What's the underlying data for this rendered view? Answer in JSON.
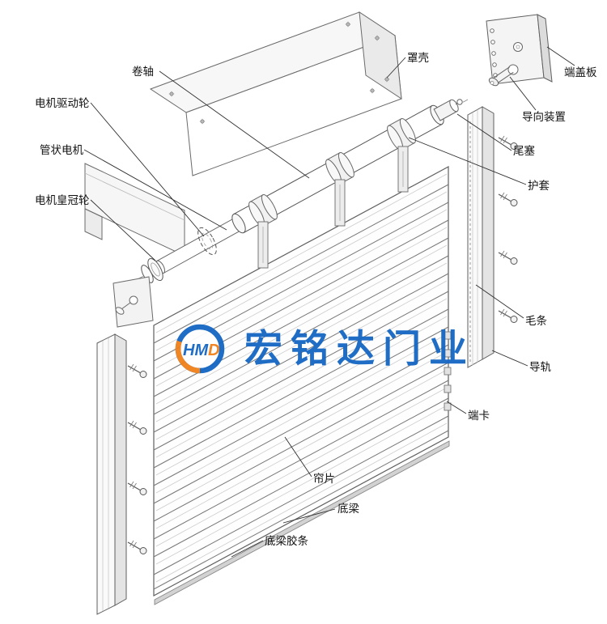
{
  "diagram": {
    "colors": {
      "line": "#2f2f2f",
      "label_text": "#111111",
      "brand_blue": "#1566c4",
      "logo_orange": "#f08019"
    },
    "labels": [
      {
        "key": "roller-shaft",
        "text": "卷轴"
      },
      {
        "key": "cover-shell",
        "text": "罩壳"
      },
      {
        "key": "end-cover-plate",
        "text": "端盖板"
      },
      {
        "key": "guide-device",
        "text": "导向装置"
      },
      {
        "key": "tail-plug",
        "text": "尾塞"
      },
      {
        "key": "protective-sleeve",
        "text": "护套"
      },
      {
        "key": "motor-drive-wheel",
        "text": "电机驱动轮"
      },
      {
        "key": "tubular-motor",
        "text": "管状电机"
      },
      {
        "key": "motor-crown-wheel",
        "text": "电机皇冠轮"
      },
      {
        "key": "brush-strip",
        "text": "毛条"
      },
      {
        "key": "guide-rail",
        "text": "导轨"
      },
      {
        "key": "end-clip",
        "text": "端卡"
      },
      {
        "key": "curtain-slat",
        "text": "帘片"
      },
      {
        "key": "bottom-beam",
        "text": "底梁"
      },
      {
        "key": "bottom-beam-rubber",
        "text": "底梁胶条"
      }
    ],
    "watermark": {
      "logo_text": "HM",
      "logo_accent": "D",
      "brand_text": "宏铭达门业"
    }
  }
}
